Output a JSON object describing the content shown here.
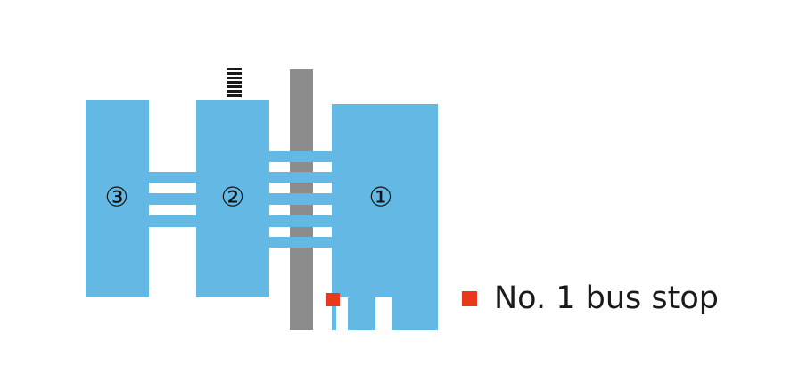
{
  "colors": {
    "building": "#63b9e4",
    "road": "#8c8c8c",
    "bus_stop": "#e8391d",
    "stairs": "#1a1a1a"
  },
  "buildings": [
    {
      "label": "①"
    },
    {
      "label": "②"
    },
    {
      "label": "③"
    }
  ],
  "legend": {
    "bus_stop_label": "No. 1 bus stop",
    "bus_stop_icon": "red-square-icon"
  }
}
